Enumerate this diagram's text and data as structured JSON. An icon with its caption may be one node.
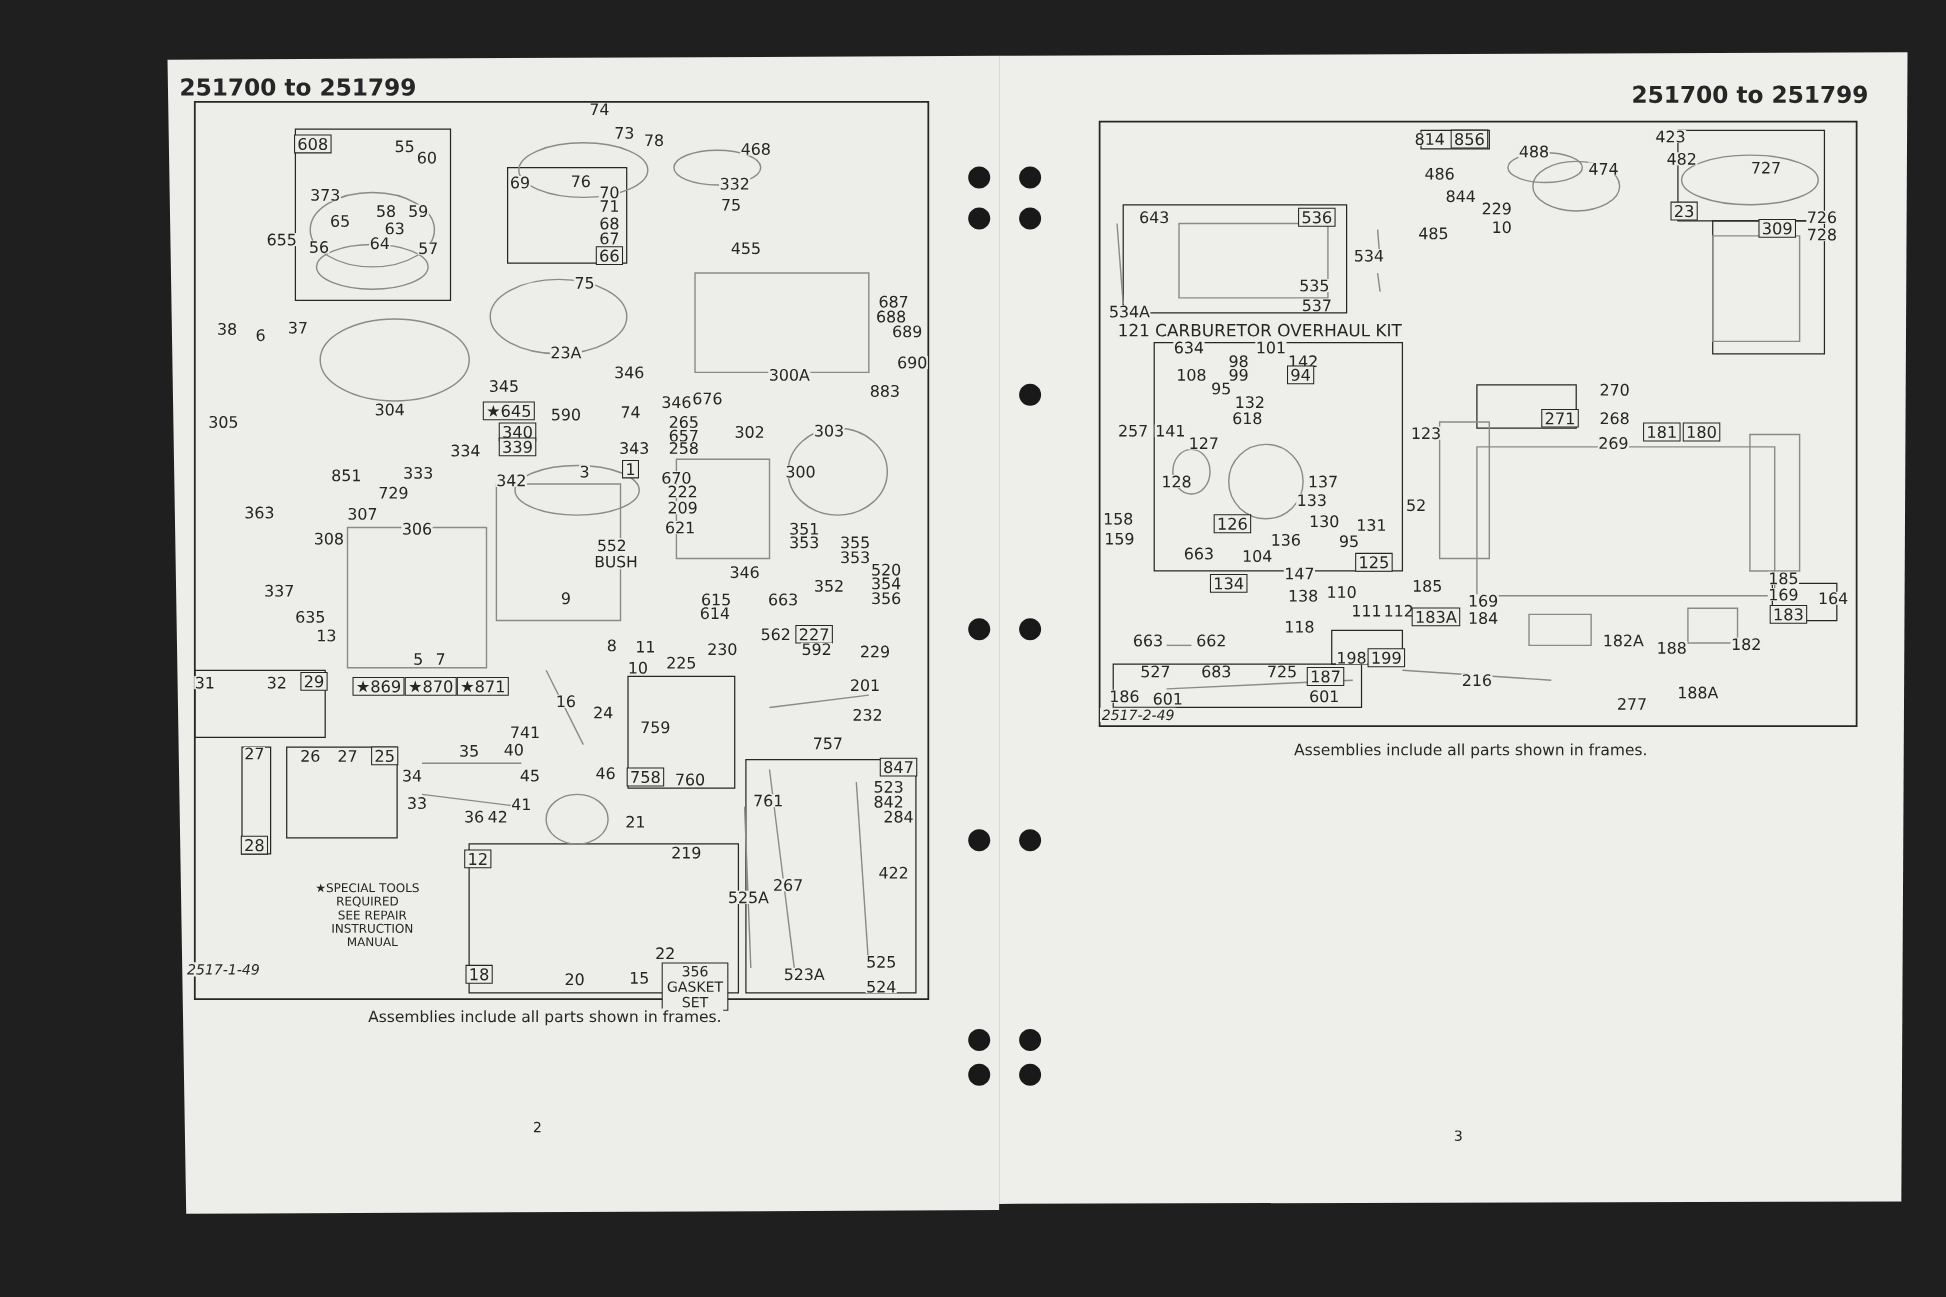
{
  "diagram": {
    "labels": [
      "251700 to 251799",
      "74",
      "73",
      "78",
      "468",
      "608",
      "55",
      "60",
      "69",
      "76",
      "70",
      "332",
      "71",
      "75",
      "373",
      "58",
      "59",
      "65",
      "63",
      "68",
      "655",
      "64",
      "67",
      "56",
      "57",
      "66",
      "455",
      "75",
      "687",
      "688",
      "38",
      "6",
      "37",
      "689",
      "23A",
      "690",
      "346",
      "345",
      "300A",
      "883",
      "304",
      "★645",
      "590",
      "74",
      "346",
      "676",
      "305",
      "340",
      "265",
      "657",
      "302",
      "303",
      "334",
      "339",
      "343",
      "258",
      "3",
      "1",
      "851",
      "333",
      "342",
      "670",
      "300",
      "729",
      "222",
      "363",
      "307",
      "209",
      "308",
      "306",
      "621",
      "351",
      "353",
      "355",
      "353",
      "552 BUSH",
      "346",
      "520",
      "352",
      "354",
      "9",
      "663",
      "356",
      "337",
      "635",
      "615",
      "614",
      "13",
      "8",
      "11",
      "562",
      "227",
      "592",
      "229",
      "5",
      "7",
      "10",
      "225",
      "230",
      "31",
      "32",
      "29",
      "★869",
      "★870",
      "★871",
      "201",
      "16",
      "24",
      "232",
      "741",
      "759",
      "27",
      "26",
      "27",
      "25",
      "35",
      "40",
      "757",
      "34",
      "45",
      "46",
      "758",
      "760",
      "523",
      "847",
      "33",
      "41",
      "761",
      "842",
      "36",
      "42",
      "21",
      "284",
      "28",
      "12",
      "219",
      "422",
      "267",
      "★SPECIAL TOOLS REQUIRED TO INSTALL",
      "525A",
      "SEE REPAIR INSTRUCTION MANUAL",
      "22",
      "2517-1-49",
      "18",
      "20",
      "15",
      "356 GASKET SET",
      "523A",
      "525",
      "524",
      "Assemblies include all parts shown in frames.",
      "2",
      "251700 to 251799",
      "814",
      "856",
      "423",
      "488",
      "482",
      "486",
      "474",
      "727",
      "844",
      "643",
      "536",
      "229",
      "23",
      "726",
      "485",
      "10",
      "309",
      "728",
      "534",
      "535",
      "534A",
      "537",
      "121 CARBURETOR OVERHAUL KIT",
      "634",
      "101",
      "98",
      "142",
      "108",
      "99",
      "94",
      "95",
      "270",
      "132",
      "618",
      "271",
      "268",
      "257",
      "141",
      "123",
      "181",
      "180",
      "127",
      "269",
      "128",
      "137",
      "133",
      "52",
      "158",
      "126",
      "130",
      "131",
      "159",
      "136",
      "95",
      "663",
      "104",
      "125",
      "134",
      "147",
      "185",
      "185",
      "138",
      "110",
      "169",
      "169",
      "164",
      "111",
      "112",
      "183A",
      "184",
      "183",
      "118",
      "663",
      "662",
      "182A",
      "188",
      "182",
      "198",
      "199",
      "527",
      "683",
      "725",
      "187",
      "216",
      "186",
      "601",
      "601",
      "277",
      "188A",
      "2517-2-49",
      "Assemblies include all parts shown in frames.",
      "3"
    ]
  }
}
